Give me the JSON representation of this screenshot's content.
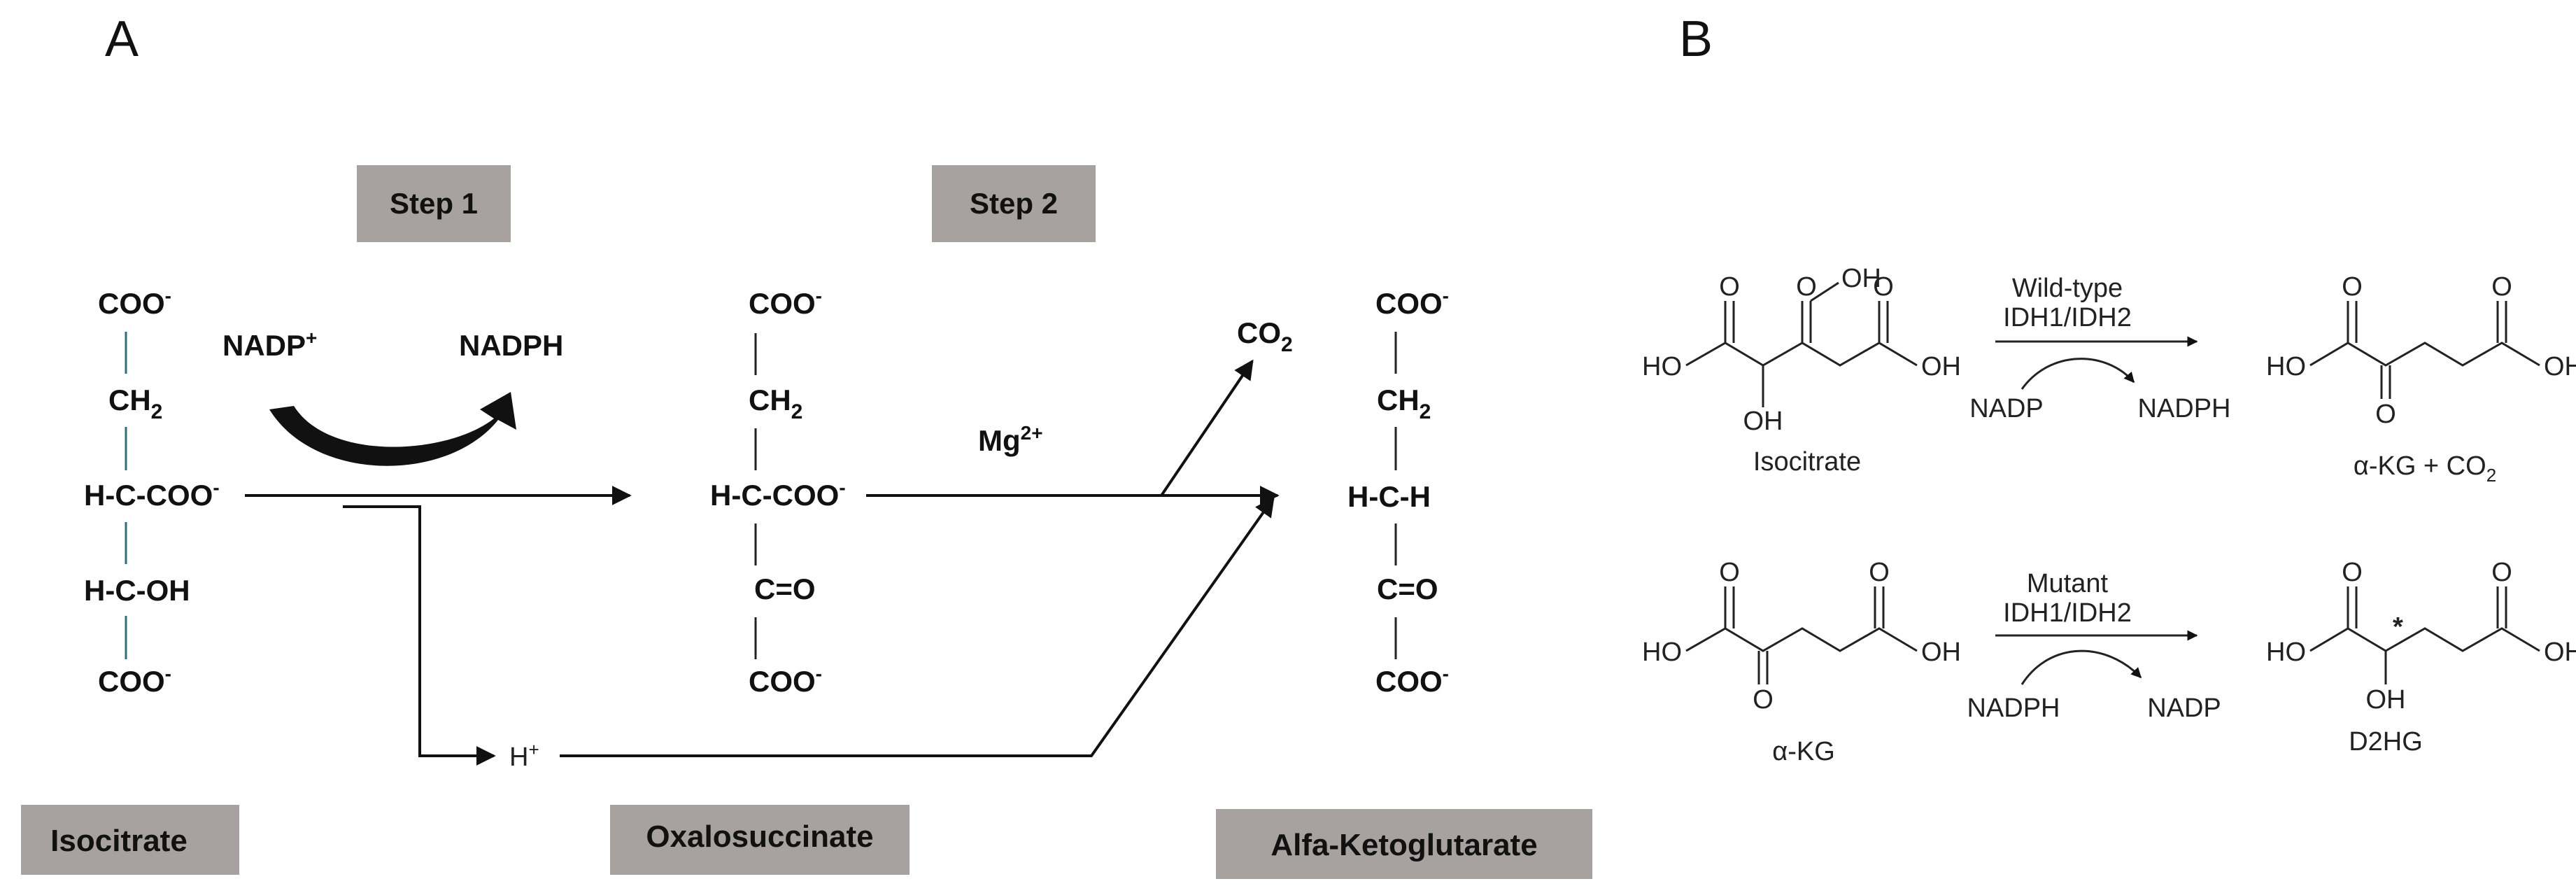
{
  "panel_a": {
    "letter": "A",
    "step1": "Step 1",
    "step2": "Step 2",
    "isocitrate": {
      "label": "Isocitrate",
      "rows": [
        "COO",
        "CH",
        "H-C-COO",
        "H-C-OH",
        "COO"
      ],
      "sup": "-",
      "sub2": "2"
    },
    "oxalosuccinate": {
      "label": "Oxalosuccinate",
      "rows": [
        "COO",
        "CH",
        "H-C-COO",
        "C=O",
        "COO"
      ]
    },
    "akg": {
      "label": "Alfa-Ketoglutarate",
      "rows": [
        "COO",
        "CH",
        "H-C-H",
        "C=O",
        "COO"
      ]
    },
    "nadp": "NADP",
    "nadp_sup": "+",
    "nadph": "NADPH",
    "mg": "Mg",
    "mg_sup": "2+",
    "co2": "CO",
    "co2_sub": "2",
    "hplus": "H",
    "hplus_sup": "+"
  },
  "panel_b": {
    "letter": "B",
    "r1": {
      "enzyme_line1": "Wild-type",
      "enzyme_line2": "IDH1/IDH2",
      "cofactor_in": "NADP",
      "cofactor_out": "NADPH",
      "substrate_name": "Isocitrate",
      "product_name": "α-KG + CO",
      "product_sub": "2"
    },
    "r2": {
      "enzyme_line1": "Mutant",
      "enzyme_line2": "IDH1/IDH2",
      "cofactor_in": "NADPH",
      "cofactor_out": "NADP",
      "substrate_name": "α-KG",
      "product_name": "D2HG",
      "stereo_mark": "*"
    },
    "atoms": {
      "O": "O",
      "HO": "HO",
      "OH": "OH"
    }
  }
}
